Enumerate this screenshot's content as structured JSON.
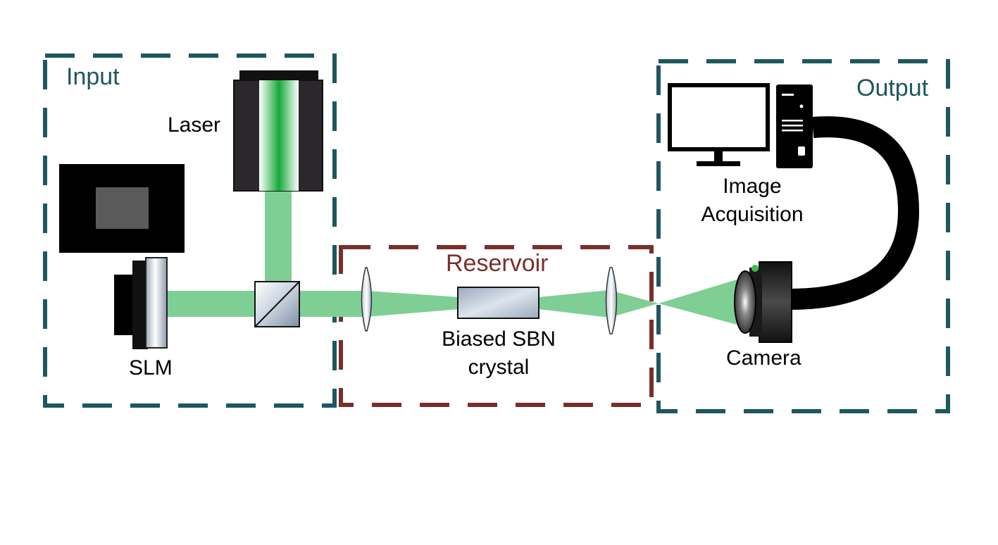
{
  "sections": {
    "input": "Input",
    "reservoir": "Reservoir",
    "output": "Output"
  },
  "components": {
    "laser": "Laser",
    "slm": "SLM",
    "crystal_line1": "Biased SBN",
    "crystal_line2": "crystal",
    "acquisition_line1": "Image",
    "acquisition_line2": "Acquisition",
    "camera": "Camera"
  },
  "colors": {
    "input_output_frame": "#1f5760",
    "reservoir_frame": "#7a2e2c",
    "beam": "#7fcf95",
    "laser_core": "#16a83a",
    "device_body": "#2b272b"
  }
}
